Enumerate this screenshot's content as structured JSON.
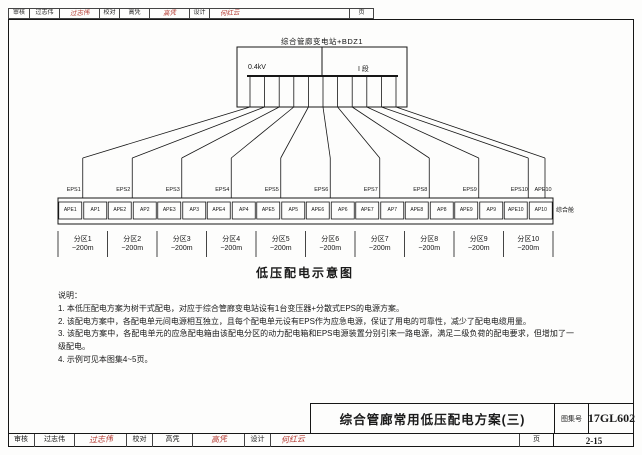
{
  "top_strip": {
    "review_label": "审核",
    "review_name": "过志伟",
    "review_sig": "过志伟",
    "check_label": "校对",
    "check_name": "高凭",
    "check_sig": "高凭",
    "design_label": "设计",
    "design_sig": "何红云",
    "page_label": "页"
  },
  "diagram": {
    "substation_label": "综合管廊变电站+BDZ1",
    "voltage_label": "0.4kV",
    "bus_section_label": "I 段",
    "compartment_label": "综合舱",
    "extra_top_label": "APE10",
    "caption": "低压配电示意图",
    "zones": [
      {
        "eps": "EPS1",
        "ape": "APE1",
        "ap": "AP1",
        "name": "分区1",
        "length": "~200m"
      },
      {
        "eps": "EPS2",
        "ape": "APE2",
        "ap": "AP2",
        "name": "分区2",
        "length": "~200m"
      },
      {
        "eps": "EPS3",
        "ape": "APE3",
        "ap": "AP3",
        "name": "分区3",
        "length": "~200m"
      },
      {
        "eps": "EPS4",
        "ape": "APE4",
        "ap": "AP4",
        "name": "分区4",
        "length": "~200m"
      },
      {
        "eps": "EPS5",
        "ape": "APE5",
        "ap": "AP5",
        "name": "分区5",
        "length": "~200m"
      },
      {
        "eps": "EPS6",
        "ape": "APE6",
        "ap": "AP6",
        "name": "分区6",
        "length": "~200m"
      },
      {
        "eps": "EPS7",
        "ape": "APE7",
        "ap": "AP7",
        "name": "分区7",
        "length": "~200m"
      },
      {
        "eps": "EPS8",
        "ape": "APE8",
        "ap": "AP8",
        "name": "分区8",
        "length": "~200m"
      },
      {
        "eps": "EPS9",
        "ape": "APE9",
        "ap": "AP9",
        "name": "分区9",
        "length": "~200m"
      },
      {
        "eps": "EPS10",
        "ape": "APE10",
        "ap": "AP10",
        "name": "分区10",
        "length": "~200m"
      }
    ]
  },
  "notes": {
    "title": "说明：",
    "items": [
      "1. 本低压配电方案为树干式配电，对应于综合管廊变电站设有1台变压器+分散式EPS的电源方案。",
      "2. 该配电方案中，各配电单元间电源相互独立，且每个配电单元设有EPS作为应急电源，保证了用电的可靠性，减少了配电电缆用量。",
      "3. 该配电方案中，各配电单元的应急配电箱由该配电分区的动力配电箱和EPS电源装置分别引来一路电源，满足二级负荷的配电要求，但增加了一级配电。",
      "4. 示例可见本图集4~5页。"
    ]
  },
  "title_block": {
    "title": "综合管廊常用低压配电方案(三)",
    "atlas_no_label": "图集号",
    "atlas_no": "17GL602",
    "page_label": "页",
    "page_no": "2-15"
  },
  "signature_row": {
    "review_label": "审核",
    "review_name": "过志伟",
    "review_sig": "过志伟",
    "check_label": "校对",
    "check_name": "高凭",
    "check_sig": "高凭",
    "design_label": "设计",
    "design_sig": "何红云",
    "page_label": "页"
  },
  "colors": {
    "ink": "#161616",
    "signature_red": "#b4382f"
  }
}
